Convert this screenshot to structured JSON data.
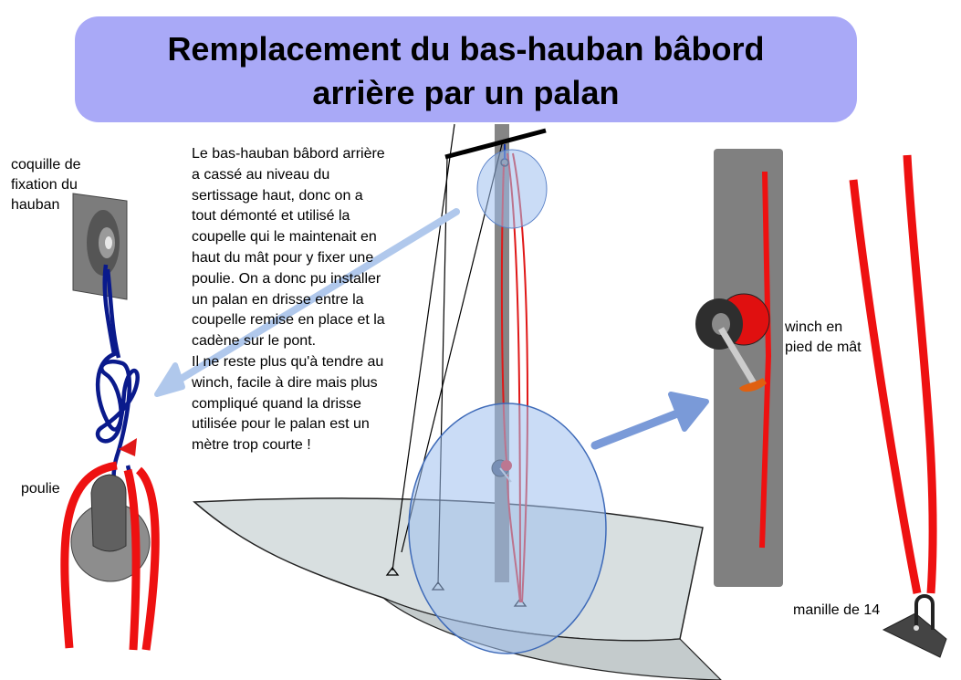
{
  "title": {
    "line1": "Remplacement du bas-hauban bâbord",
    "line2": "arrière par un palan"
  },
  "description": [
    "Le bas-hauban bâbord arrière",
    "a cassé au niveau du",
    "sertissage haut, donc on a",
    "tout démonté et utilisé la",
    "coupelle qui le maintenait en",
    "haut du mât pour y fixer une",
    "poulie. On a donc pu installer",
    "un palan en drisse entre la",
    "coupelle remise en place et la",
    "cadène sur le pont.",
    "Il ne reste plus qu'à tendre au",
    "winch, facile à dire mais plus",
    "compliqué quand la drisse",
    "utilisée pour le palan est un",
    "mètre trop courte !"
  ],
  "labels": {
    "coquille": [
      "coquille de",
      "fixation du",
      "hauban"
    ],
    "poulie": "poulie",
    "winch": [
      "winch en",
      "pied de mât"
    ],
    "manille": "manille de 14"
  },
  "colors": {
    "title_bg": "#a9a9f7",
    "rope_red": "#ee1111",
    "rope_blue": "#0a1a8c",
    "highlight_blue": "#9fbfef",
    "arrow_light": "#b0c8ec",
    "arrow_dark": "#7a9ad8",
    "mast_gray": "#808080",
    "hull_gray": "#d8dfe0"
  }
}
